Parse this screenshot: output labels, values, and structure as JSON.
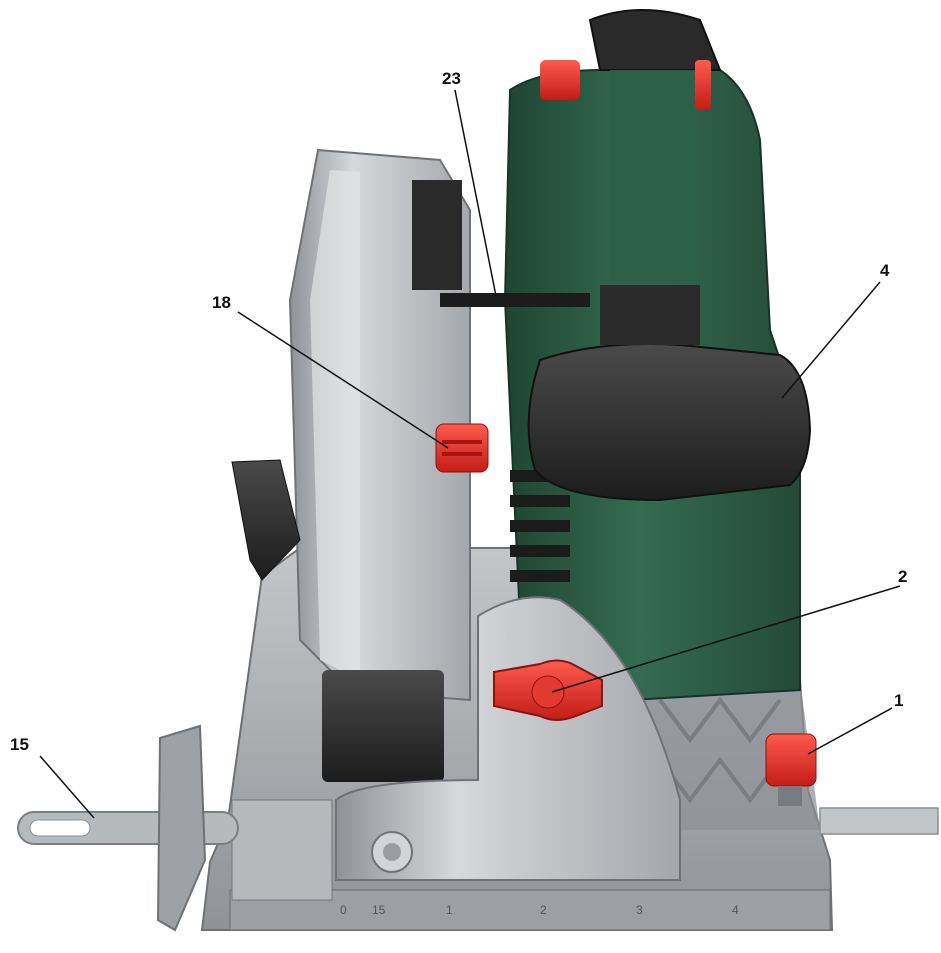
{
  "callouts": [
    {
      "id": "c23",
      "label": "23"
    },
    {
      "id": "c18",
      "label": "18"
    },
    {
      "id": "c4",
      "label": "4"
    },
    {
      "id": "c2",
      "label": "2"
    },
    {
      "id": "c1",
      "label": "1"
    },
    {
      "id": "c15",
      "label": "15"
    }
  ],
  "scale_marks": [
    "0",
    "15",
    "1",
    "2",
    "3",
    "4"
  ],
  "colors": {
    "body_green": "#2f5d47",
    "body_green_dark": "#1e3f30",
    "handle_black": "#2b2b2b",
    "knob_red": "#e8322b",
    "guard_silver": "#b9bcc0",
    "base_grey": "#a7a9ac"
  }
}
